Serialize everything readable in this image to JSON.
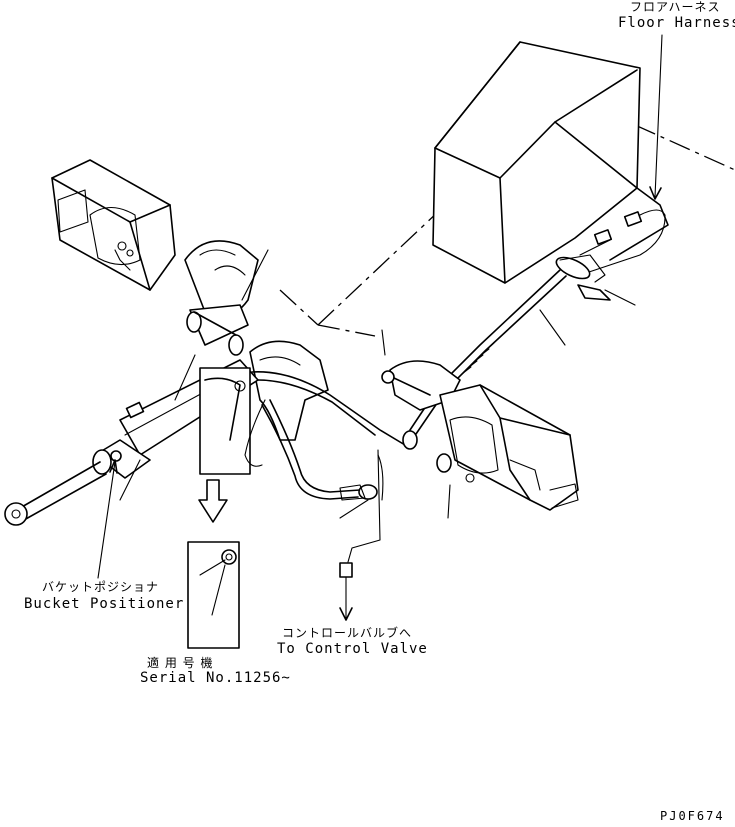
{
  "labels": {
    "floor_harness_jp": "フロアハーネス",
    "floor_harness_en": "Floor Harness",
    "bucket_positioner_jp": "バケットポジショナ",
    "bucket_positioner_en": "Bucket Positioner",
    "control_valve_jp": "コントロールバルブへ",
    "control_valve_en": "To Control Valve",
    "serial_jp": "適 用 号 機",
    "serial_en": "Serial No.11256~",
    "drawing_code": "PJ0F674"
  }
}
